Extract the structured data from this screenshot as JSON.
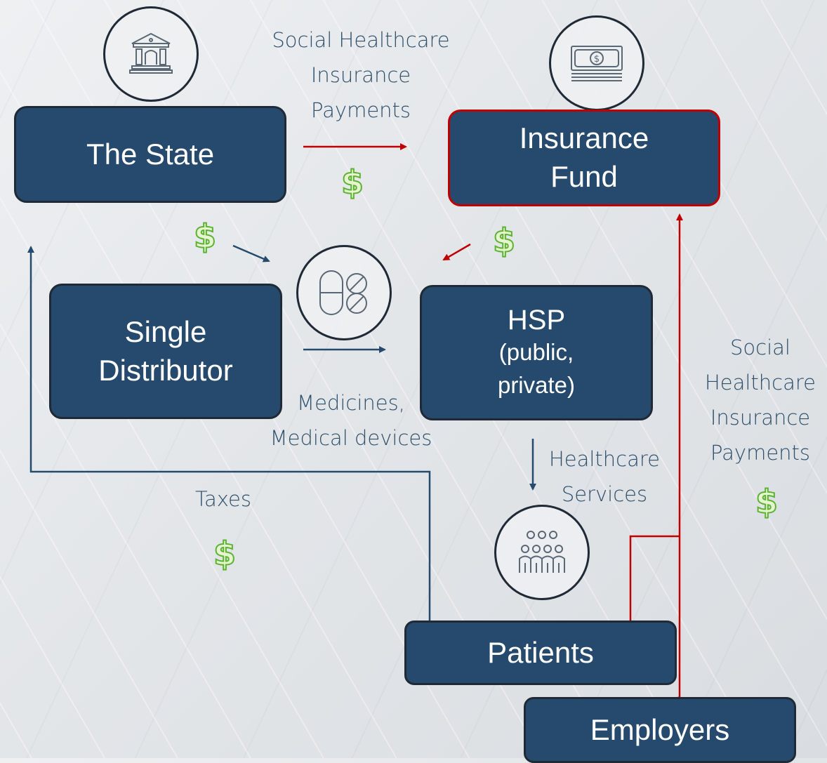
{
  "nodes": {
    "state": "The State",
    "fund": [
      "Insurance",
      "Fund"
    ],
    "distributor": [
      "Single",
      "Distributor"
    ],
    "hsp": [
      "HSP",
      "(public,",
      "private)"
    ],
    "patients": "Patients",
    "employers": "Employers"
  },
  "labels": {
    "state_to_fund": "Social Healthcare\nInsurance\nPayments",
    "medicines": "Medicines,\nMedical devices",
    "healthcare_services": "Healthcare\nServices",
    "taxes": "Taxes",
    "employers_payments": "Social\nHealthcare\nInsurance\nPayments"
  },
  "currency_symbol": "$",
  "colors": {
    "box_fill": "#264a6d",
    "box_border": "#1f2a36",
    "highlight_border": "#c00000",
    "payment_arrow": "#c00000",
    "flow_arrow": "#264a6d",
    "dollar_fill": "#e6f5cf",
    "dollar_stroke": "#5cb331",
    "label_text": "#2f4f6b"
  },
  "icons": [
    "bank-building-icon",
    "banknote-icon",
    "pills-icon",
    "people-group-icon"
  ]
}
